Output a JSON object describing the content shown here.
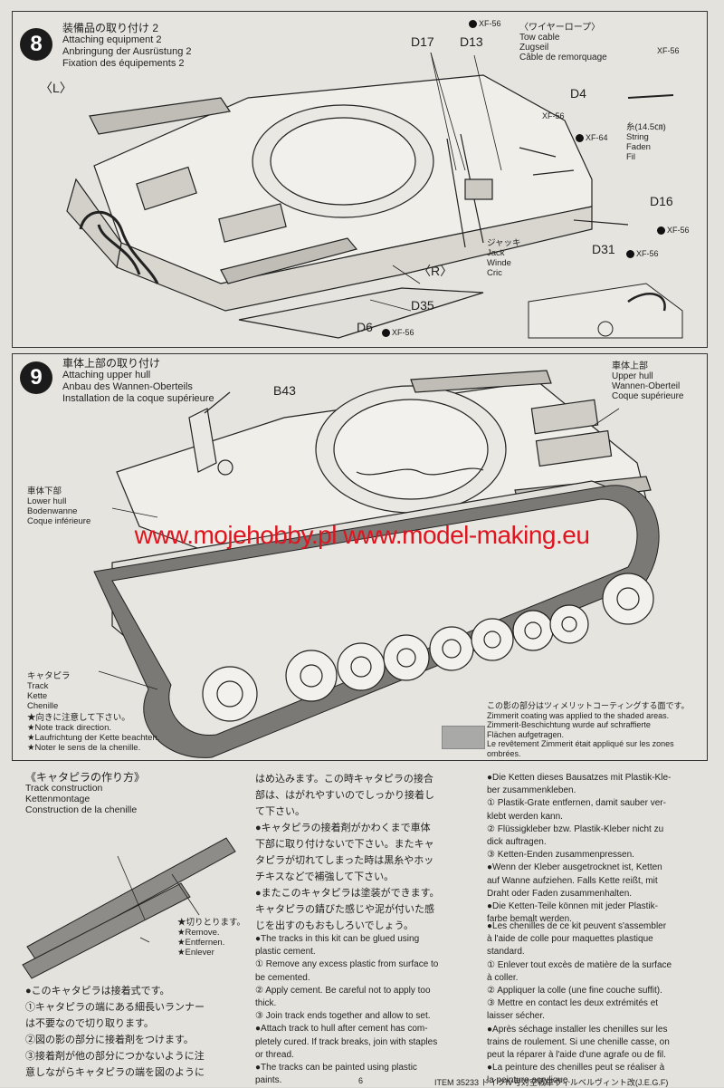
{
  "step8": {
    "number": "8",
    "title_jp": "装備品の取り付け 2",
    "title_en": "Attaching equipment 2",
    "title_de": "Anbringung der Ausrüstung 2",
    "title_fr": "Fixation des équipements 2",
    "labels": {
      "left": "〈L〉",
      "right": "〈R〉",
      "d17": "D17",
      "d13": "D13",
      "d4": "D4",
      "d16": "D16",
      "d31": "D31",
      "d35": "D35",
      "d6": "D6"
    },
    "tow_cable": {
      "jp": "〈ワイヤーロープ〉",
      "en": "Tow cable",
      "de": "Zugseil",
      "fr": "Câble de remorquage"
    },
    "string": {
      "jp": "糸(14.5㎝)",
      "en": "String",
      "de": "Faden",
      "fr": "Fil"
    },
    "jack": {
      "jp": "ジャッキ",
      "en": "Jack",
      "de": "Winde",
      "fr": "Cric"
    },
    "paints": {
      "xf56": "XF-56",
      "xf64": "XF-64"
    }
  },
  "step9": {
    "number": "9",
    "title_jp": "車体上部の取り付け",
    "title_en": "Attaching upper hull",
    "title_de": "Anbau des Wannen-Oberteils",
    "title_fr": "Installation de la coque supérieure",
    "b43": "B43",
    "upper_hull": {
      "jp": "車体上部",
      "en": "Upper hull",
      "de": "Wannen-Oberteil",
      "fr": "Coque supérieure"
    },
    "lower_hull": {
      "jp": "車体下部",
      "en": "Lower hull",
      "de": "Bodenwanne",
      "fr": "Coque inférieure"
    },
    "track": {
      "jp": "キャタピラ",
      "en": "Track",
      "de": "Kette",
      "fr": "Chenille"
    },
    "direction_notes": [
      "★向きに注意して下さい。",
      "★Note track direction.",
      "★Laufrichtung der Kette beachten.",
      "★Noter le sens de la chenille."
    ],
    "zimmerit_notes": [
      "この影の部分はツィメリットコーティングする面です。",
      "Zimmerit coating was applied to the shaded areas.",
      "Zimmerit-Beschichtung wurde auf schraffierte",
      "Flächen aufgetragen.",
      "Le revêtement Zimmerit était appliqué sur les zones",
      "ombrées."
    ]
  },
  "watermark": "www.mojehobby.pl www.model-making.eu",
  "track_construction": {
    "title_jp": "《キャタピラの作り方》",
    "title_en": "Track construction",
    "title_de": "Kettenmontage",
    "title_fr": "Construction de la chenille",
    "remove_notes": [
      "★切りとります。",
      "★Remove.",
      "★Entfernen.",
      "★Enlever"
    ],
    "jp_left": [
      "●このキャタピラは接着式です。",
      "①キャタピラの端にある細長いランナー",
      "は不要なので切り取ります。",
      "②図の影の部分に接着剤をつけます。",
      "③接着剤が他の部分につかないように注",
      "意しながらキャタピラの端を図のように"
    ],
    "jp_mid": [
      "はめ込みます。この時キャタピラの接合",
      "部は、はがれやすいのでしっかり接着し",
      "て下さい。",
      "●キャタピラの接着剤がかわくまで車体",
      "下部に取り付けないで下さい。またキャ",
      "タピラが切れてしまった時は黒糸やホッ",
      "チキスなどで補強して下さい。",
      "●またこのキャタピラは塗装ができます。",
      "キャタピラの錆びた感じや泥が付いた感",
      "じを出すのもおもしろいでしょう。"
    ],
    "en_mid": [
      "●The tracks in this kit can be glued using",
      "plastic cement.",
      "① Remove any excess plastic from surface to",
      "be cemented.",
      "② Apply cement. Be careful not to apply too",
      "thick.",
      "③ Join track ends together and allow to set.",
      "●Attach track to hull after cement has com-",
      "pletely cured. If track breaks, join with staples",
      "or thread.",
      "●The tracks can be painted using plastic",
      "paints."
    ],
    "de_right": [
      "●Die Ketten dieses Bausatzes mit Plastik-Kle-",
      "ber zusammenkleben.",
      "① Plastik-Grate entfernen, damit sauber ver-",
      "klebt werden kann.",
      "② Flüssigkleber bzw. Plastik-Kleber nicht zu",
      "dick auftragen.",
      "③ Ketten-Enden zusammenpressen.",
      "●Wenn der Kleber ausgetrocknet ist, Ketten",
      "auf Wanne aufziehen. Falls Kette reißt, mit",
      "Draht oder Faden zusammenhalten.",
      "●Die Ketten-Teile können mit jeder Plastik-",
      "farbe bemalt werden."
    ],
    "fr_right": [
      "●Les chenilles de ce kit peuvent s'assembler",
      "à l'aide de colle pour maquettes plastique",
      "standard.",
      "① Enlever tout excès de matière de la surface",
      "à coller.",
      "② Appliquer la colle (une fine couche suffit).",
      "③ Mettre en contact les deux extrémités et",
      "laisser sécher.",
      "●Après séchage installer les chenilles sur les",
      "trains de roulement. Si une chenille casse, on",
      "peut la réparer à l'aide d'une agrafe ou de fil.",
      "●La peinture des chenilles peut se réaliser à",
      "la peinture acrylique."
    ]
  },
  "footer": {
    "item": "ITEM 35233 ドイツⅣ号対空戦車ヴィルベルヴィント改(J.E.G.F)",
    "page_number": "6"
  }
}
